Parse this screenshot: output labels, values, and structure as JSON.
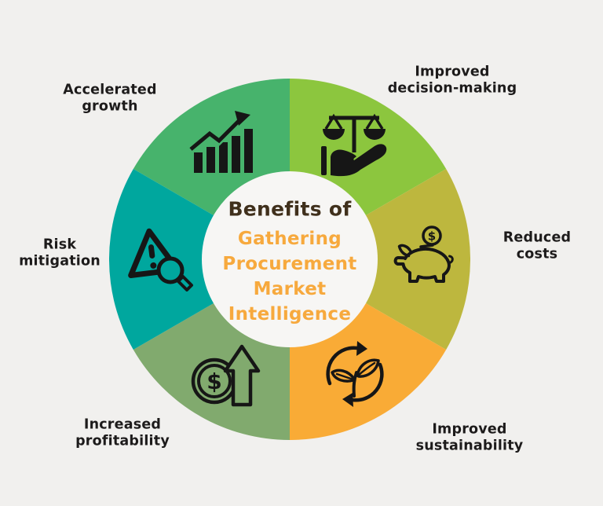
{
  "title": {
    "prefix": "Benefits of",
    "highlight": "Gathering\nProcurement\nMarket\nIntelligence"
  },
  "colors": {
    "background": "#f1f0ee",
    "center_circle": "#f7f6f4",
    "title_prefix": "#40301c",
    "title_highlight": "#f7a93d",
    "label_text": "#1d1b1b",
    "icon_ink": "#161616"
  },
  "wheel": {
    "segments": [
      {
        "id": "accelerated-growth",
        "label": "Accelerated\ngrowth",
        "color": "#47b36c",
        "icon": "growth-chart-icon"
      },
      {
        "id": "improved-decision-making",
        "label": "Improved\ndecision-making",
        "color": "#8cc63e",
        "icon": "scales-on-hand-icon"
      },
      {
        "id": "reduced-costs",
        "label": "Reduced costs",
        "color": "#bdb73e",
        "icon": "piggy-bank-icon"
      },
      {
        "id": "improved-sustainability",
        "label": "Improved\nsustainability",
        "color": "#f9ab36",
        "icon": "eco-cycle-icon"
      },
      {
        "id": "increased-profitability",
        "label": "Increased\nprofitability",
        "color": "#81aa6e",
        "icon": "coin-up-arrow-icon"
      },
      {
        "id": "risk-mitigation",
        "label": "Risk\nmitigation",
        "color": "#00a79e",
        "icon": "warning-magnifier-icon"
      }
    ]
  },
  "icons": {
    "dollar_symbol": "$"
  }
}
